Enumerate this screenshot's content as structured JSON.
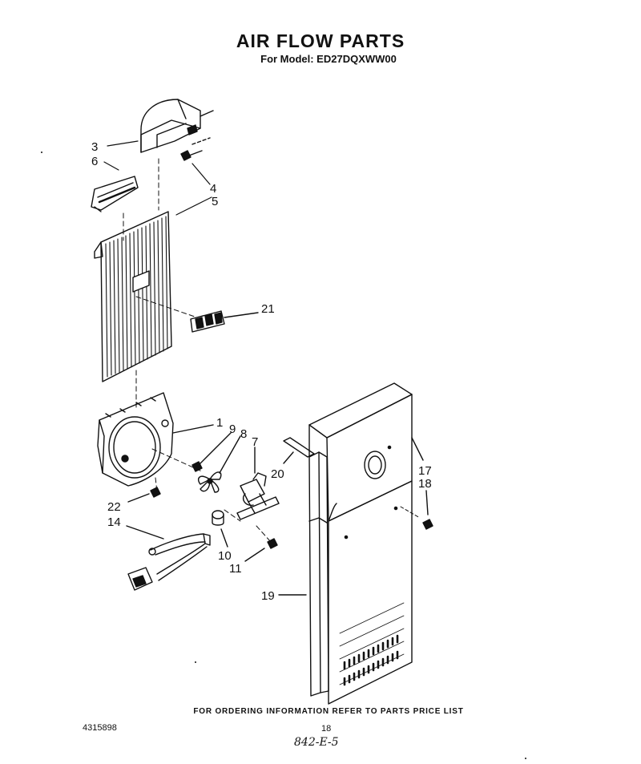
{
  "header": {
    "title": "AIR FLOW PARTS",
    "model_line": "For Model: ED27DQXWW00"
  },
  "callouts": {
    "c1": "1",
    "c3": "3",
    "c4": "4",
    "c5": "5",
    "c6": "6",
    "c7": "7",
    "c8": "8",
    "c9": "9",
    "c10": "10",
    "c11": "11",
    "c14": "14",
    "c17": "17",
    "c18": "18",
    "c19": "19",
    "c20": "20",
    "c21": "21",
    "c22": "22"
  },
  "footer": {
    "ordering_note": "FOR ORDERING INFORMATION REFER TO PARTS PRICE LIST",
    "doc_number": "4315898",
    "page_number": "18",
    "handwritten": "842-E-5"
  }
}
